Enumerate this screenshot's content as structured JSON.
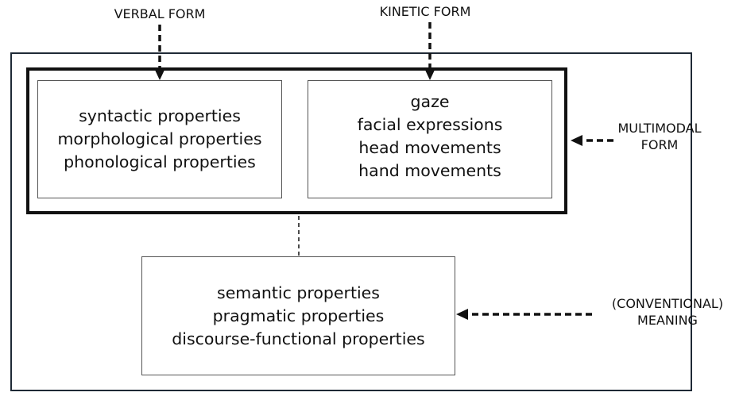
{
  "labels": {
    "verbal_form": "VERBAL FORM",
    "kinetic_form": "KINETIC FORM",
    "multimodal_form": [
      "MULTIMODAL",
      "FORM"
    ],
    "meaning": [
      "(CONVENTIONAL)",
      "MEANING"
    ]
  },
  "boxes": {
    "verbal": [
      "syntactic properties",
      "morphological properties",
      "phonological properties"
    ],
    "kinetic": [
      "gaze",
      "facial expressions",
      "head movements",
      "hand movements"
    ],
    "meaning": [
      "semantic properties",
      "pragmatic properties",
      "discourse-functional properties"
    ]
  },
  "colors": {
    "line": "#111111",
    "outer_border": "#1f2a36",
    "inner_border": "#555555",
    "background": "#ffffff"
  }
}
